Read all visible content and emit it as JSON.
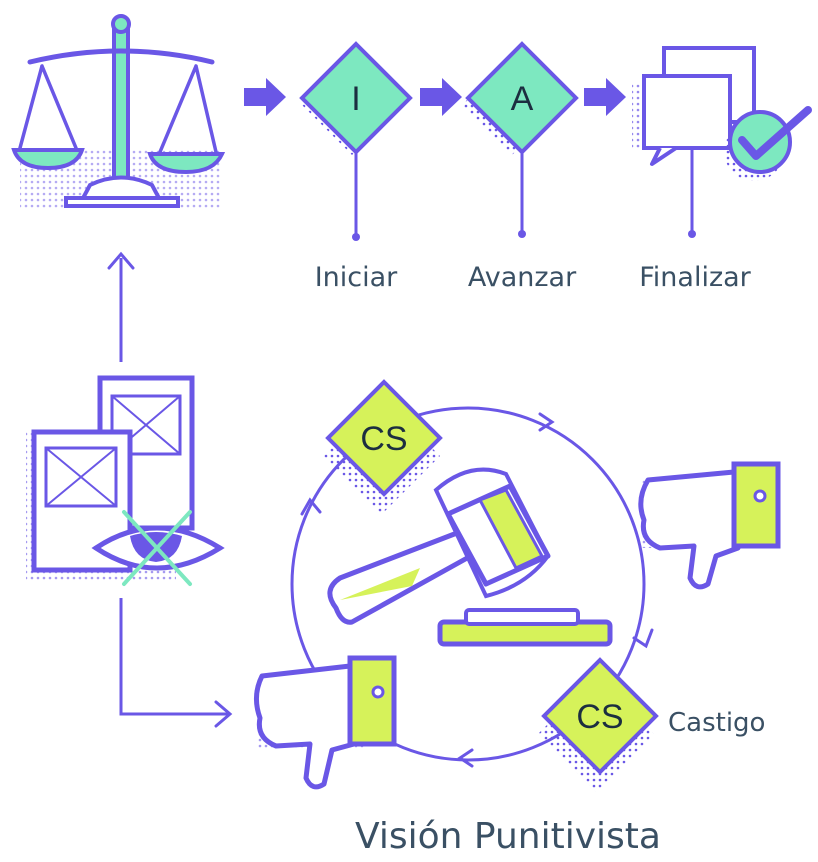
{
  "steps": [
    {
      "letter": "I",
      "label": "Iniciar"
    },
    {
      "letter": "A",
      "label": "Avanzar"
    },
    {
      "label": "Finalizar"
    }
  ],
  "cycle": {
    "badge_top": "CS",
    "badge_bottom": "CS",
    "castigo_label": "Castigo"
  },
  "title": "Visión Punitivista",
  "colors": {
    "purple": "#6a57e6",
    "mint": "#7de8c0",
    "lime": "#d6f25a",
    "text": "#3a5064"
  }
}
